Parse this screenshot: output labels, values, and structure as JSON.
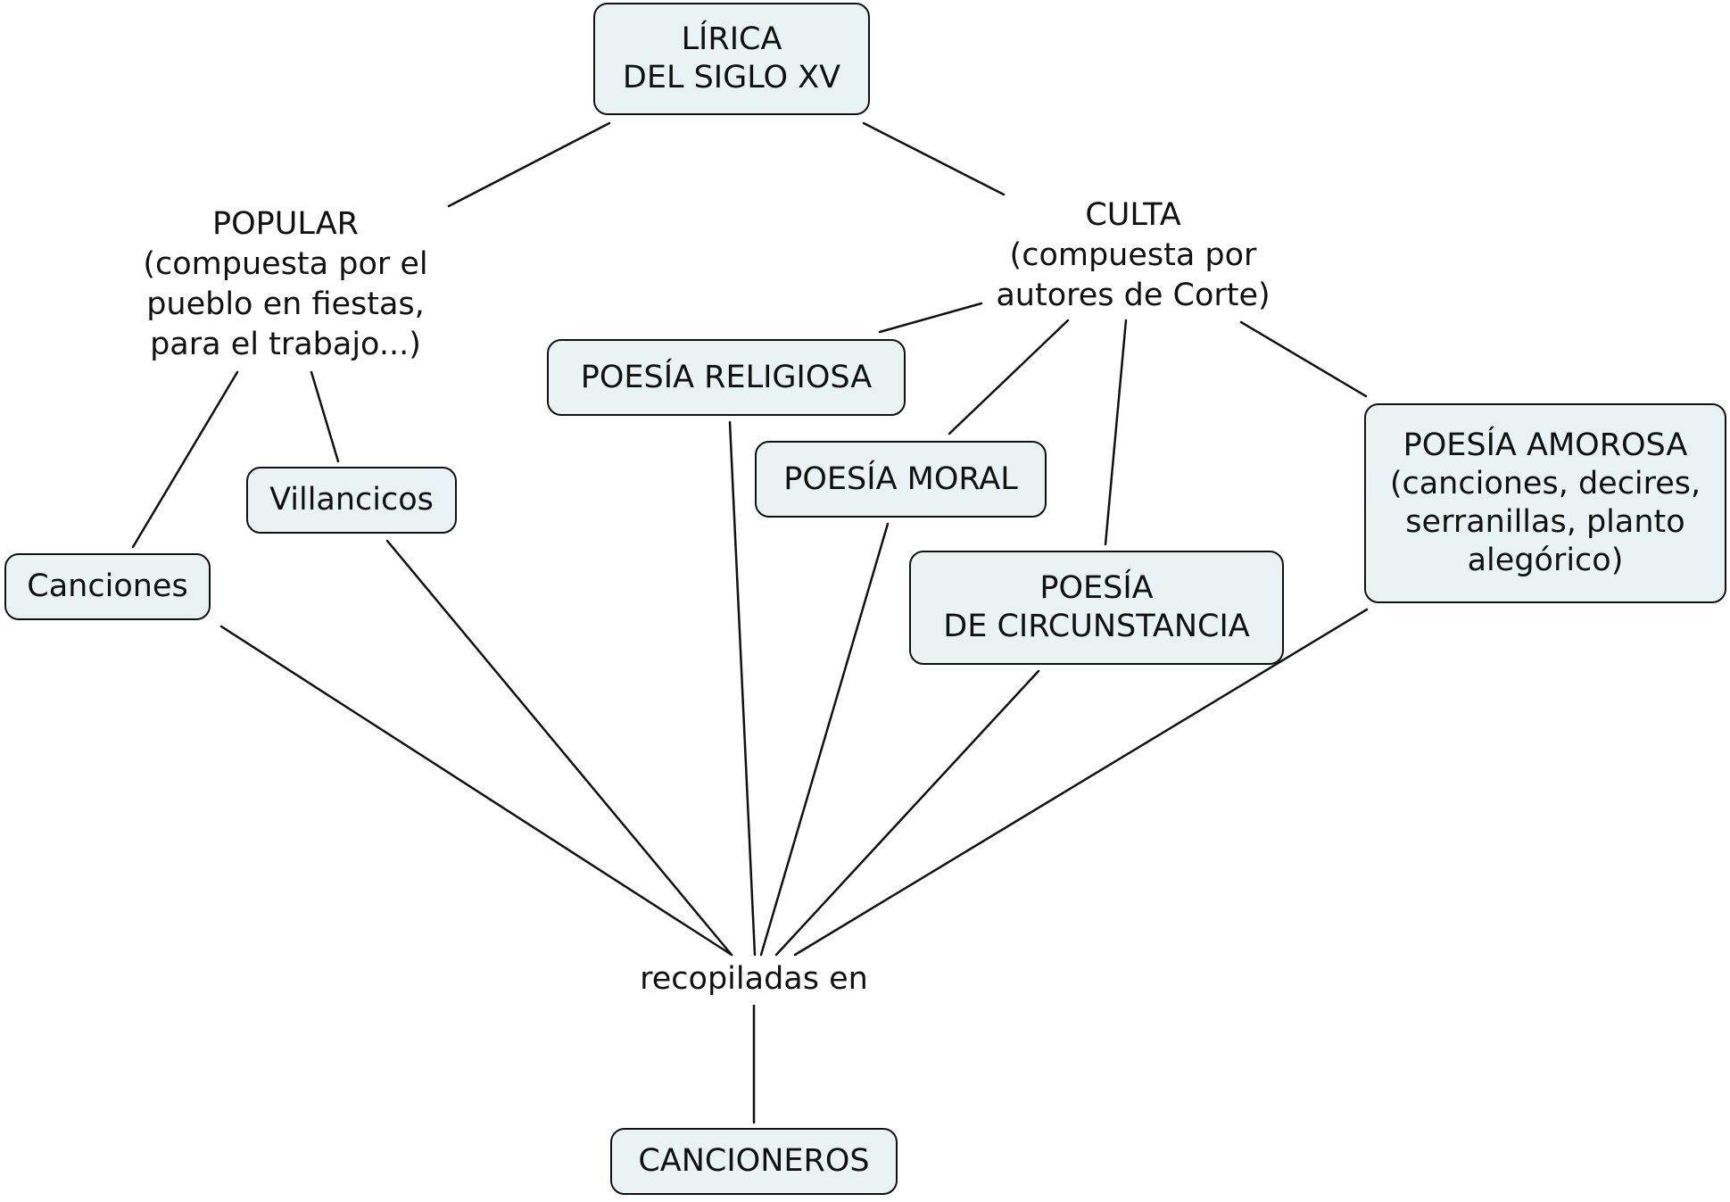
{
  "diagram": {
    "root": "LÍRICA\nDEL SIGLO XV",
    "popular": "POPULAR\n(compuesta por el\npueblo en fiestas,\npara el trabajo...)",
    "culta": "CULTA\n(compuesta por\nautores de Corte)",
    "canciones": "Canciones",
    "villancicos": "Villancicos",
    "poesia_religiosa": "POESÍA RELIGIOSA",
    "poesia_moral": "POESÍA MORAL",
    "poesia_circunstancia": "POESÍA\nDE CIRCUNSTANCIA",
    "poesia_amorosa": "POESÍA AMOROSA\n(canciones, decires,\nserranillas, planto\nalegórico)",
    "linking_phrase": "recopiladas en",
    "cancioneros": "CANCIONEROS"
  },
  "colors": {
    "node_fill": "#eaf3f4",
    "line": "#111111"
  }
}
